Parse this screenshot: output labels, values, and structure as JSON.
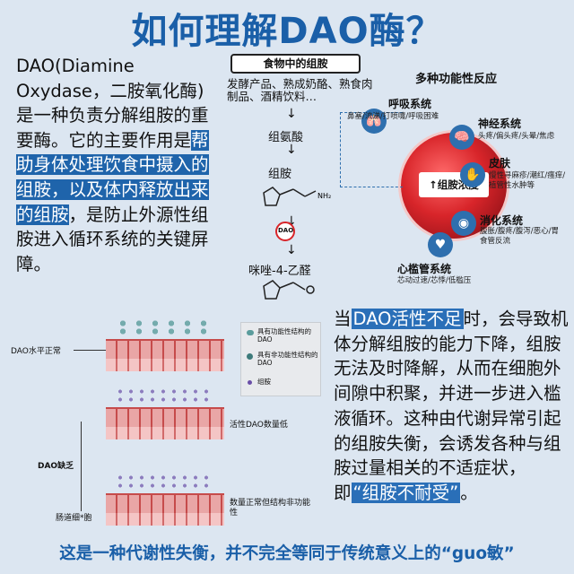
{
  "title": "如何理解DAO酶？",
  "intro": {
    "part1": "DAO(Diamine Oxydase，二胺氧化酶)是一种负责分解组胺的重要酶。它的主要作用是",
    "highlight": "帮助身体处理饮食中摄入的组胺，以及体内释放出来的组胺",
    "part2": "，是防止外源性组胺进入循环系统的关键屏障。"
  },
  "diagram": {
    "food_box": "食物中的组胺",
    "food_list": "发酵产品、熟成奶酪、熟食肉制品、酒精饮料…",
    "step1": "组氨酸",
    "step2": "组胺",
    "inhibit_label": "DAO",
    "step3": "咪唑-4-乙醛",
    "reactions_title": "多种功能性反应",
    "center_label": "↑组胺浓度",
    "systems": [
      {
        "name": "呼吸系统",
        "symptoms": "鼻塞/流涕/打喷嚏/呼吸困难"
      },
      {
        "name": "神经系统",
        "symptoms": "头疼/偏头疼/头晕/焦虑"
      },
      {
        "name": "皮肤",
        "symptoms": "慢性寻麻疹/潮红/瘙痒/植管性水肿等"
      },
      {
        "name": "消化系统",
        "symptoms": "腹胀/腹疼/腹泻/恶心/胃食管反流"
      },
      {
        "name": "心槛管系统",
        "symptoms": "芯动过速/芯悸/低槛压"
      }
    ]
  },
  "cells_fig": {
    "normal": "DAO水平正常",
    "deficiency": "DAO缺乏",
    "low_active": "活性DAO数量低",
    "nonfunctional": "数量正常但结构非功能性",
    "intestine": "肠道细*胞",
    "legend": {
      "functional": "具有功能性结构的DAO",
      "nonfunctional": "具有非功能性结构的DAO",
      "histamine": "组胺"
    }
  },
  "right": {
    "p1": "当",
    "hl": "DAO活性不足",
    "p2": "时，会导致机体分解组胺的能力下降，组胺无法及时降解，从而在细胞外间隙中积聚，并进一步进入槛液循环。这种由代谢异常引起的组胺失衡，会诱发各种与组胺过量相关的不适症状，即",
    "hl2": "“组胺不耐受”",
    "p3": "。"
  },
  "footer": "这是一种代谢性失衡，并不完全等同于传统意义上的“guo敏”",
  "colors": {
    "accent": "#1a5fa8",
    "highlight": "#1f64ab",
    "background": "#dce6f1"
  }
}
